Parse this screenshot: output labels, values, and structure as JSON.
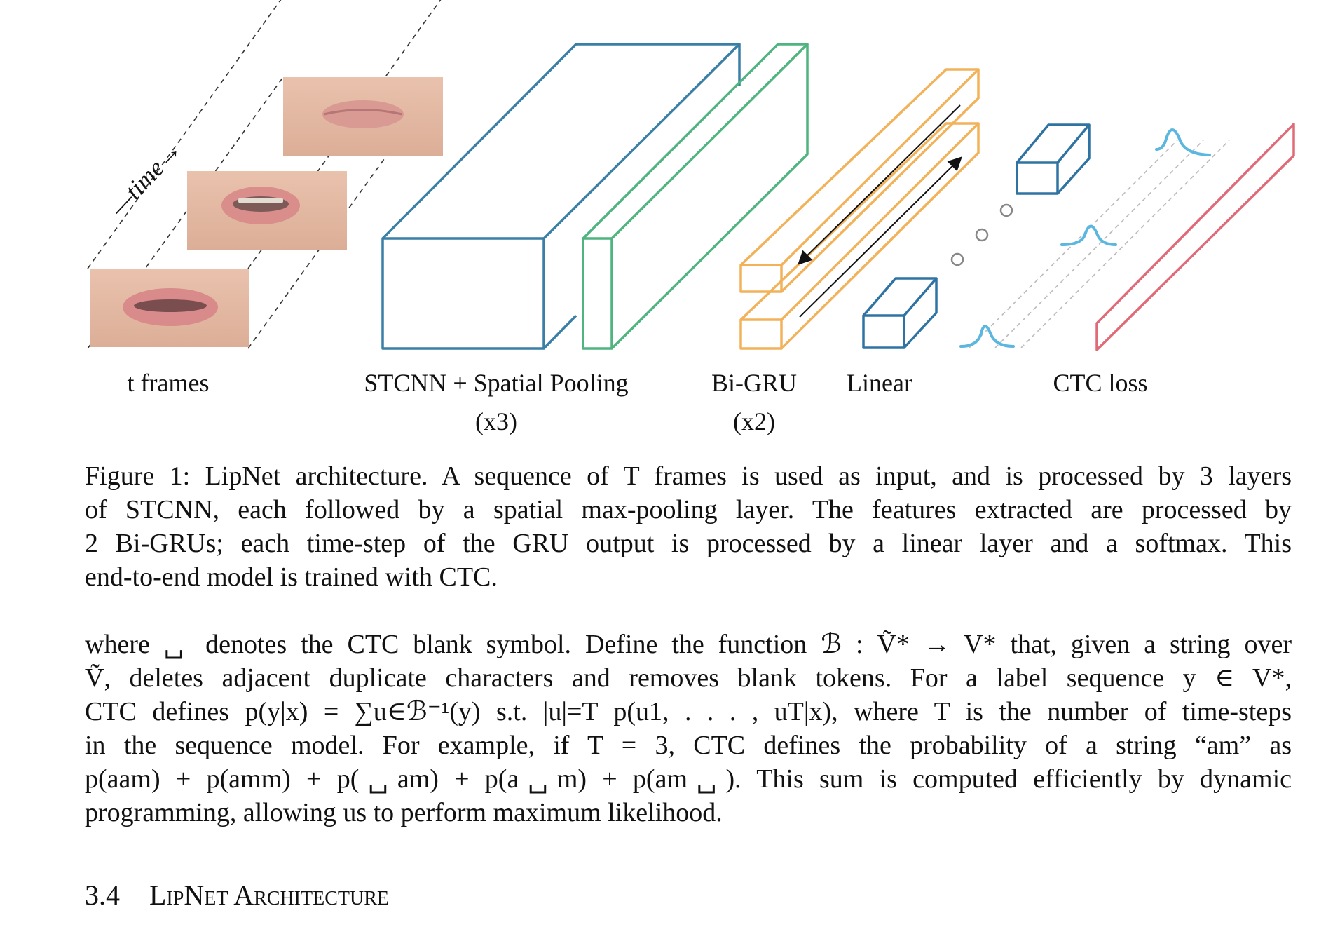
{
  "figure": {
    "time_label": "—time→",
    "labels": {
      "frames": "t frames",
      "stcnn": "STCNN + Spatial Pooling",
      "stcnn_mult": "(x3)",
      "bigru": "Bi-GRU",
      "bigru_mult": "(x2)",
      "linear": "Linear",
      "ctc": "CTC loss"
    },
    "colors": {
      "stcnn": "#3a7fa6",
      "pooling": "#4fb47f",
      "bigru": "#f2b25a",
      "linear": "#2f73a3",
      "softmax": "#5bb6e0",
      "ctc": "#df6b78",
      "dashed": "#333333"
    }
  },
  "caption": {
    "lines": [
      "Figure 1: LipNet architecture. A sequence of T frames is used as input, and is processed by 3 layers",
      "of STCNN, each followed by a spatial max-pooling layer. The features extracted are processed by",
      "2 Bi-GRUs; each time-step of the GRU output is processed by a linear layer and a softmax. This",
      "end-to-end model is trained with CTC."
    ]
  },
  "paragraph": {
    "lines": [
      "where ␣ denotes the CTC blank symbol. Define the function ℬ : Ṽ* → V* that, given a string over",
      "Ṽ, deletes adjacent duplicate characters and removes blank tokens. For a label sequence y ∈ V*,",
      "CTC defines p(y|x) = ∑u∈ℬ⁻¹(y) s.t. |u|=T p(u1, . . . , uT|x), where T is the number of time-steps",
      "in the sequence model. For example, if T = 3, CTC defines the probability of a string “am” as",
      "p(aam) + p(amm) + p(␣am) + p(a␣m) + p(am␣). This sum is computed efficiently by dynamic",
      "programming, allowing us to perform maximum likelihood."
    ]
  },
  "section": {
    "number": "3.4",
    "title": "LipNet Architecture"
  }
}
